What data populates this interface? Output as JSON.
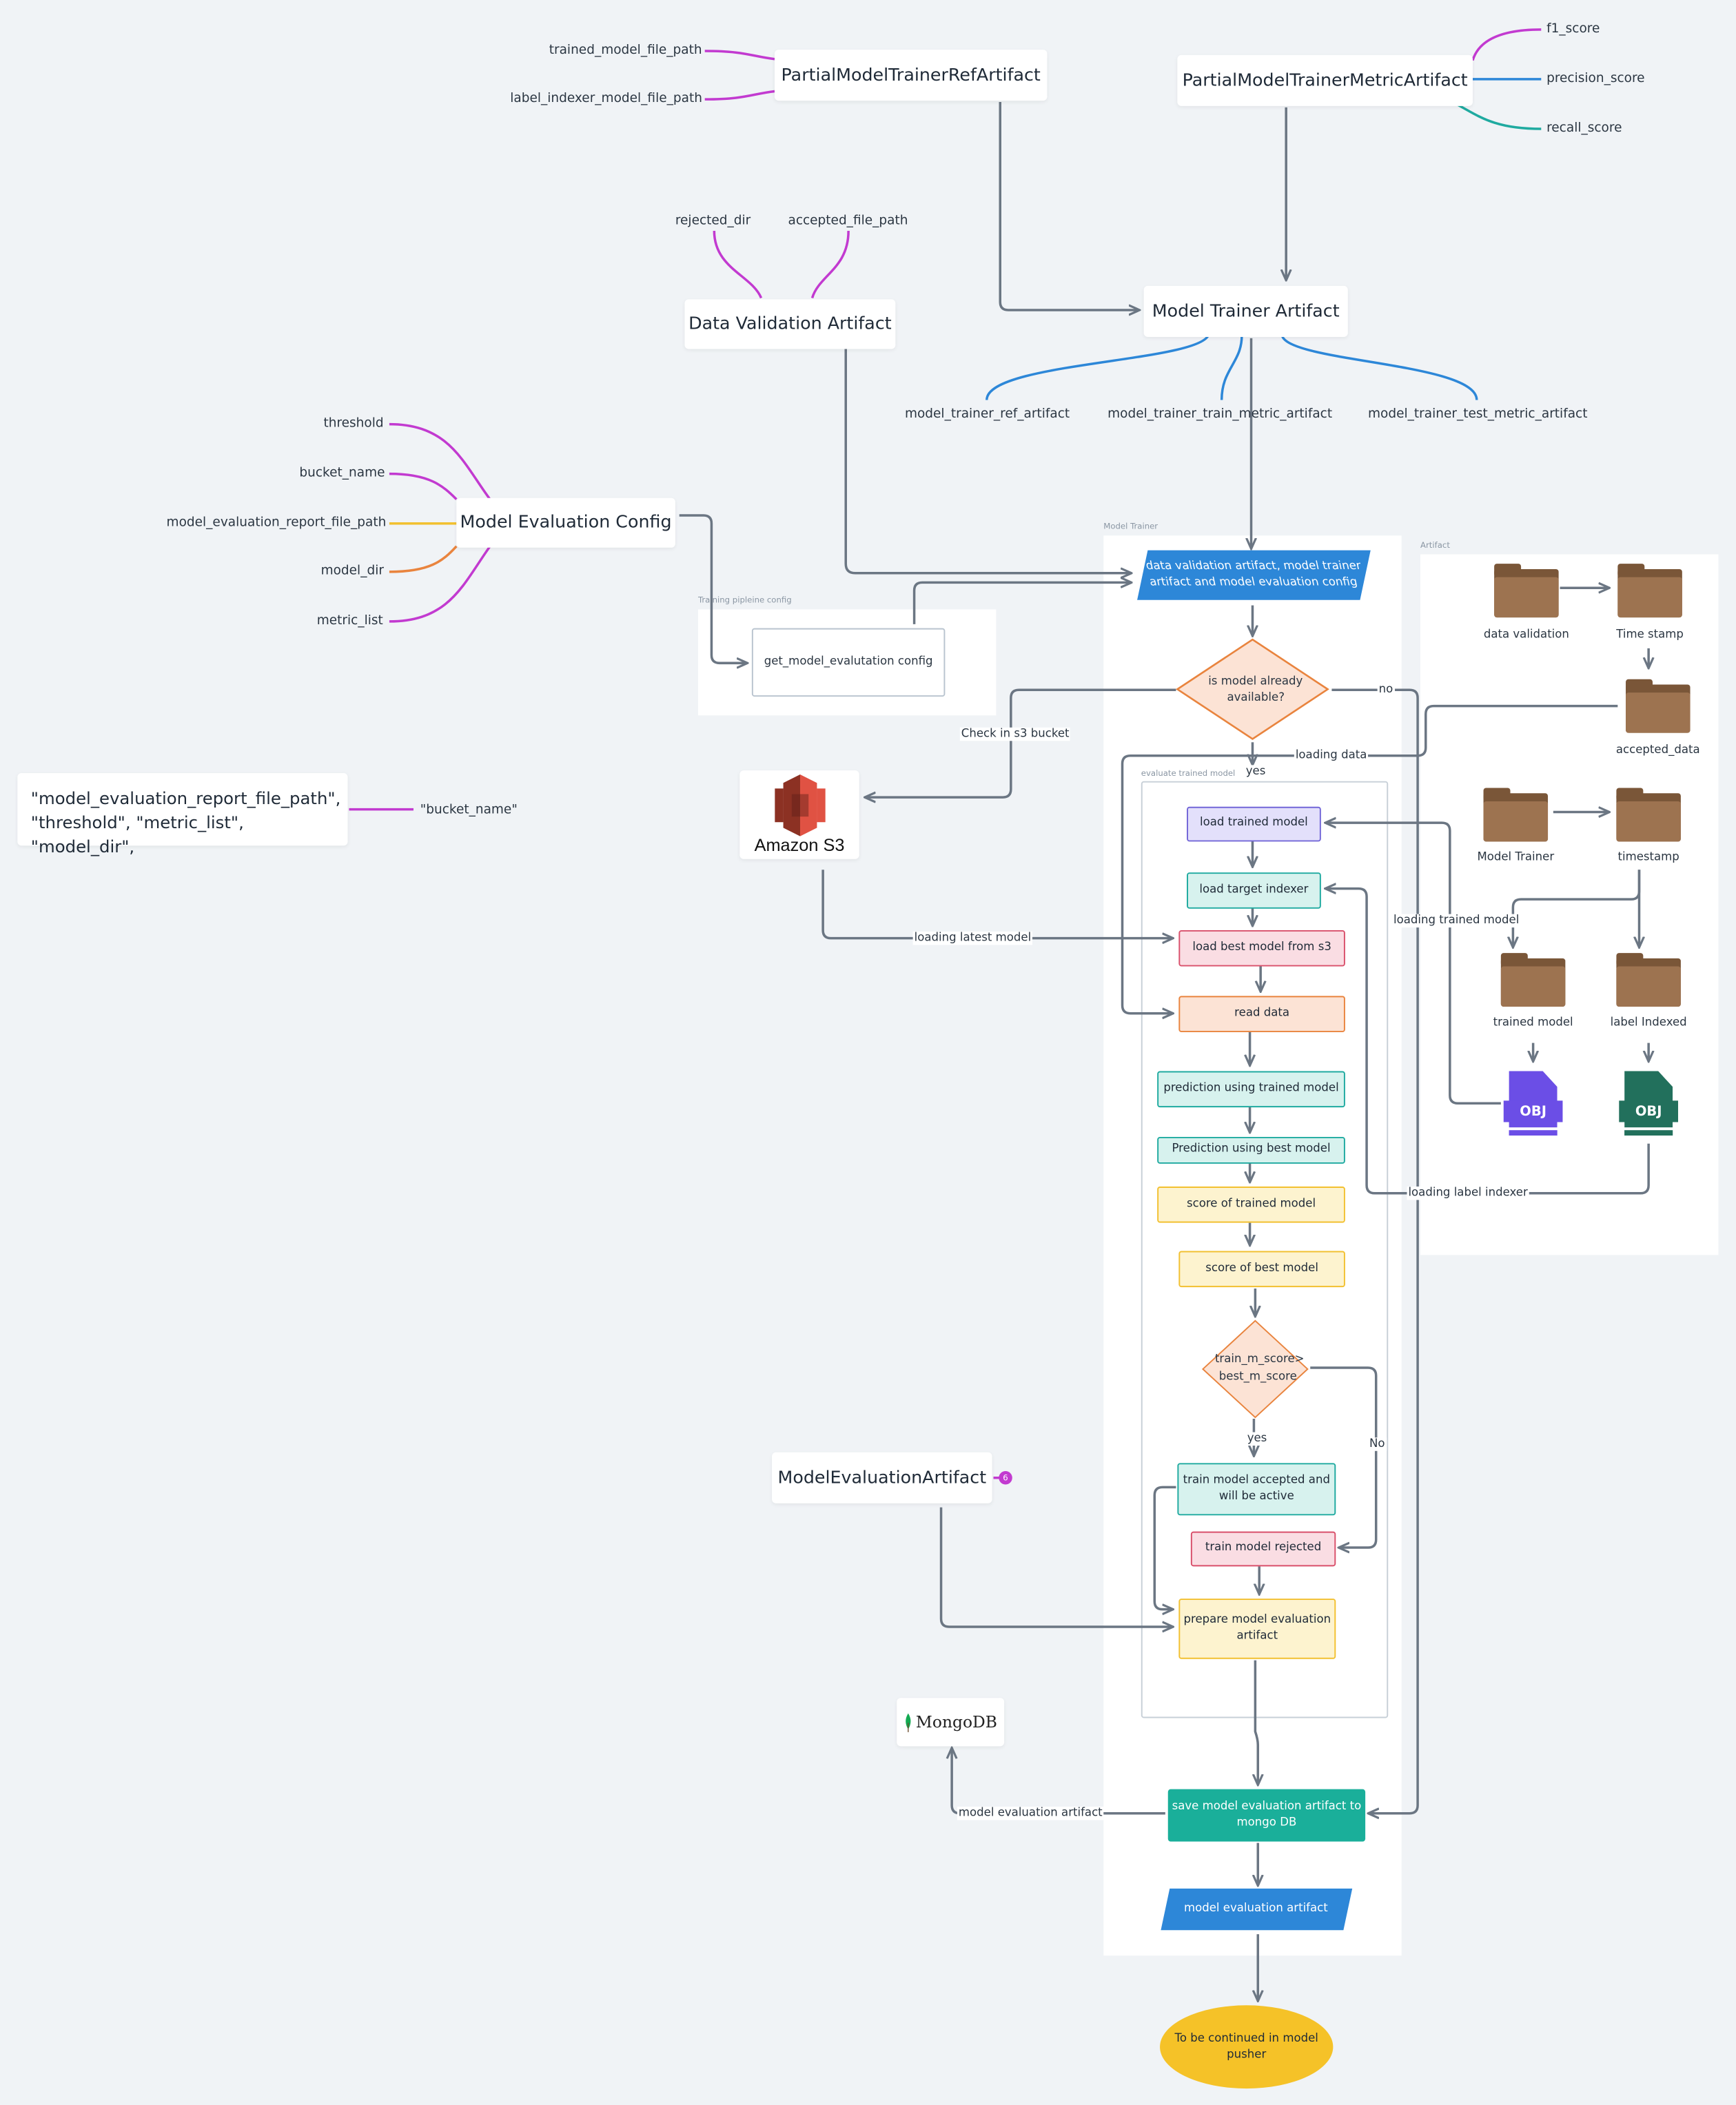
{
  "mindmap": {
    "partial_ref": {
      "title": "PartialModelTrainerRefArtifact",
      "fields": [
        "trained_model_file_path",
        "label_indexer_model_file_path"
      ]
    },
    "partial_metric": {
      "title": "PartialModelTrainerMetricArtifact",
      "fields": [
        "f1_score",
        "precision_score",
        "recall_score"
      ]
    },
    "data_validation": {
      "title": "Data Validation Artifact",
      "fields": [
        "rejected_dir",
        "accepted_file_path"
      ]
    },
    "model_trainer": {
      "title": "Model Trainer Artifact",
      "fields": [
        "model_trainer_ref_artifact",
        "model_trainer_train_metric_artifact",
        "model_trainer_test_metric_artifact"
      ]
    },
    "eval_config": {
      "title": "Model Evaluation Config",
      "fields": [
        "threshold",
        "bucket_name",
        "model_evaluation_report_file_path",
        "model_dir",
        "metric_list"
      ]
    },
    "config_note": {
      "line1": "\"model_evaluation_report_file_path\",",
      "line2": "\"threshold\", \"metric_list\", \"model_dir\",",
      "link_label": "\"bucket_name\""
    },
    "eval_artifact": {
      "title": "ModelEvaluationArtifact",
      "badge": "6"
    }
  },
  "panels": {
    "training_config": {
      "label": "Training pipleine config",
      "node": "get_model_evalutation config"
    },
    "model_trainer": {
      "label": "Model Trainer"
    },
    "evaluate": {
      "label": "evaluate trained model"
    },
    "artifact": {
      "label": "Artifact"
    }
  },
  "flow": {
    "input": {
      "line1": "data validation artifact, model trainer",
      "line2": "artifact and model evaluation config"
    },
    "decision1": {
      "line1": "is model already",
      "line2": "available?",
      "yes": "yes",
      "no": "no"
    },
    "steps": {
      "load_trained": "load trained model",
      "load_indexer": "load target indexer",
      "load_best": "load best model from s3",
      "read_data": "read data",
      "pred_trained": "prediction using trained model",
      "pred_best": "Prediction using best model",
      "score_trained": "score of trained model",
      "score_best": "score of best model",
      "accepted_l1": "train model accepted and",
      "accepted_l2": "will be active",
      "rejected": "train model rejected",
      "prepare_l1": "prepare model evaluation",
      "prepare_l2": "artifact",
      "save_l1": "save model evaluation artifact to",
      "save_l2": "mongo DB"
    },
    "decision2": {
      "line1": "train_m_score>",
      "line2": "best_m_score",
      "yes": "yes",
      "no": "No"
    },
    "output": "model evaluation artifact",
    "terminal": {
      "line1": "To be continued in model",
      "line2": "pusher"
    }
  },
  "edges": {
    "check_s3": "Check in s3 bucket",
    "loading_data": "loading data",
    "loading_latest": "loading latest model",
    "loading_trained": "loading trained model",
    "loading_indexer": "loading label indexer",
    "mongo_edge": "model evaluation artifact"
  },
  "artifact_tree": {
    "data_validation": "data validation",
    "time_stamp": "Time stamp",
    "accepted_data": "accepted_data",
    "model_trainer": "Model Trainer",
    "timestamp": "timestamp",
    "trained_model": "trained model",
    "label_indexed": "label Indexed",
    "obj": "OBJ"
  },
  "logos": {
    "s3": "Amazon S3",
    "mongo": "MongoDB"
  },
  "colors": {
    "magenta": "#c23ad0",
    "blue": "#2d87d8",
    "teal": "#1faaa0",
    "yellow": "#f2c030",
    "orange": "#e9843e",
    "edge": "#6b7683",
    "purple_obj": "#6b4ee6",
    "green_obj": "#22705c",
    "folder": "#9d7350",
    "terminal": "#f5c228"
  }
}
